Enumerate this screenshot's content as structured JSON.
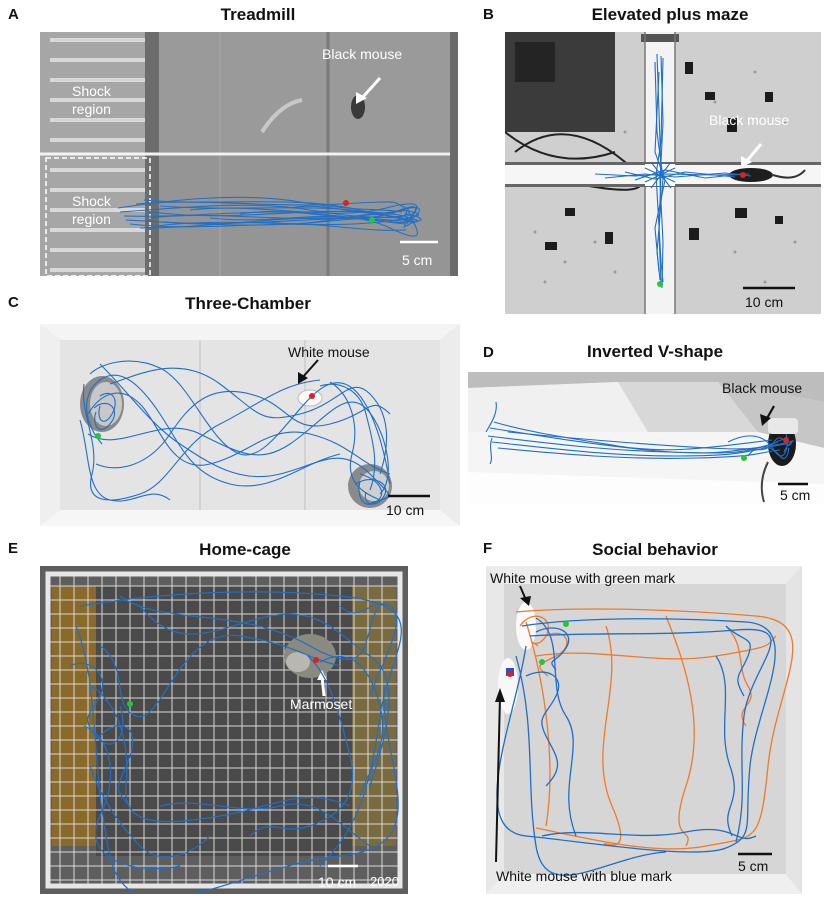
{
  "panels": {
    "a": {
      "letter": "A",
      "title": "Treadmill",
      "labels": {
        "shock_top": "Shock\nregion",
        "shock_bottom": "Shock\nregion",
        "mouse": "Black mouse"
      },
      "scale": "5 cm"
    },
    "b": {
      "letter": "B",
      "title": "Elevated plus maze",
      "labels": {
        "mouse": "Black mouse"
      },
      "scale": "10 cm"
    },
    "c": {
      "letter": "C",
      "title": "Three-Chamber",
      "labels": {
        "mouse": "White mouse"
      },
      "scale": "10 cm"
    },
    "d": {
      "letter": "D",
      "title": "Inverted V-shape",
      "labels": {
        "mouse": "Black mouse"
      },
      "scale": "5 cm"
    },
    "e": {
      "letter": "E",
      "title": "Home-cage",
      "labels": {
        "animal": "Marmoset",
        "year": "2020"
      },
      "scale": "10 cm"
    },
    "f": {
      "letter": "F",
      "title": "Social behavior",
      "labels": {
        "green_mark": "White mouse with green mark",
        "blue_mark": "White mouse with blue mark"
      },
      "scale": "5 cm"
    }
  },
  "colors": {
    "trajectory_blue": "#1f6fc8",
    "trajectory_orange": "#f07a28",
    "marker_red": "#e02020",
    "marker_green": "#22c83a"
  }
}
